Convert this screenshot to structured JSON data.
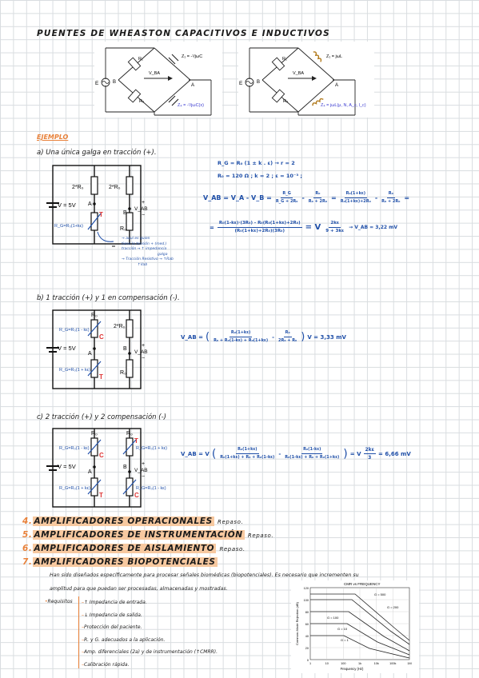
{
  "title": "PUENTES DE WHEASTON CAPACITIVOS E INDUCTIVOS",
  "bridge_left": {
    "E": "E",
    "R1": "R₁",
    "R3": "R₃",
    "Z1": "Z₁ = -¹/jωC",
    "Z4": "Z₄ = -¹/jωC(x)",
    "Vba": "V_BA",
    "A": "A",
    "B": "B"
  },
  "bridge_right": {
    "E": "E",
    "R1": "R₁",
    "R3": "R₃",
    "Z1": "Z₁ = jωL",
    "Z4": "Z₄ = jωL(μ, N, A_c, l_c)",
    "Vba": "V_BA",
    "A": "A",
    "B": "B"
  },
  "ejemplo": "EJEMPLO",
  "a": {
    "heading": "a) Una única galga en tracción (+).",
    "circuit": {
      "r2": "2*R₀",
      "r2b": "2*R₀",
      "v": "V = 5V",
      "rg": "R_G=R₀(1+kε)",
      "r0": "R₀",
      "A": "A",
      "B": "B",
      "T": "T",
      "vab": "V_AB",
      "plus": "+",
      "minus": "−"
    },
    "note1": "→ aquí es quien",
    "note2": "tiene la tensión + (med.)",
    "note3": "tracción → ↑ impedancia",
    "note4": "galga",
    "note5": "→ Tracción Resistivo → ↑Rab",
    "note6": "↑Vab",
    "eq1": "R_G = R₀ (1 ± k . ε) → r = 2",
    "eq2": "R₀ = 120 Ω ; k = 2 ; ε = 10⁻³ ;",
    "eq3_lhs": "V_AB = V_A - V_B =",
    "f1n": "R_G",
    "f1d": "R_G + 2R₀",
    "f2n": "R₀",
    "f2d": "R₀ + 2R₀",
    "f3n": "R₀(1+kε)",
    "f3d": "R₀(1+kε)+2R₀",
    "f4n": "R₀",
    "f4d": "R₀ + 2R₀",
    "eq4n": "R₀(1-kε)·(3R₀) - R₀(R₀(1+kε)+2R₀)",
    "eq4d": "(R₀(1+kε)+2R₀)(3R₀)",
    "eq4_mid": "= V",
    "eq4_fn": "2kε",
    "eq4_fd": "9 + 3kε",
    "eq4_res": "→ V_AB = 3,22 mV"
  },
  "b": {
    "heading": "b) 1 tracción (+) y 1 en compensación (-).",
    "circuit": {
      "r0": "R₀",
      "r2": "2*R₀",
      "rc": "R_G=R₀(1 - kε)",
      "rt": "R_G=R₀(1 + kε)",
      "v": "V = 5V",
      "r0b": "R₀",
      "A": "A",
      "B": "B",
      "C": "C",
      "T": "T",
      "vab": "V_AB",
      "plus": "+",
      "minus": "−"
    },
    "eq_lhs": "V_AB =",
    "fan": "R₀(1+kε)",
    "fad": "R₀ + R₀(1-kε) + R₀(1+kε)",
    "fbn": "R₀",
    "fbd": "2R₀ + R₀",
    "eq_res": "V = 3,33 mV"
  },
  "c": {
    "heading": "c) 2 tracción (+) y 2 compensación (-)",
    "circuit": {
      "r0a": "R₀",
      "r0b": "R₀",
      "rc1": "R_G=R₀(1 - kε)",
      "rt1": "R_G=R₀(1 + kε)",
      "v": "V = 5V",
      "rt2": "R_G=R₀(1 + kε)",
      "rc2": "R_G=R₀(1 - kε)",
      "A": "A",
      "B": "B",
      "T": "T",
      "C": "C",
      "vab": "V_AB",
      "plus": "+",
      "minus": "−"
    },
    "eq_lhs": "V_AB = V",
    "fan": "R₀(1+kε)",
    "fad": "R₀(1+kε) + R₀ + R₀(1-kε)",
    "fbn": "R₀(1-kε)",
    "fbd": "R₀(1-kε) + R₀ + R₀(1+kε)",
    "eq_mid": "= V",
    "ffn": "2kε",
    "ffd": "3",
    "eq_res": "= 6,66 mV"
  },
  "sections": [
    {
      "num": "4.",
      "title": "AMPLIFICADORES OPERACIONALES",
      "note": "Repaso."
    },
    {
      "num": "5.",
      "title": "AMPLIFICADORES DE INSTRUMENTACIÓN",
      "note": "Repaso."
    },
    {
      "num": "6.",
      "title": "AMPLIFICADORES DE AISLAMIENTO",
      "note": "Repaso."
    },
    {
      "num": "7.",
      "title": "AMPLIFICADORES BIOPOTENCIALES",
      "note": ""
    }
  ],
  "para1": "Han sido diseñados específicamente para procesar señales biomédicas (biopotenciales). Es necesario que incrementen su",
  "para2": "amplitud para que puedan ser procesadas, almacenadas y mostradas.",
  "req_label": "Requisitos",
  "requirements": [
    "↑ Impedancia de entrada.",
    "↓ Impedancia de salida.",
    "Protección del paciente.",
    "R. y G. adecuados a la aplicación.",
    "Amp. diferenciales (2a) y de instrumentación (↑CMRR).",
    "Calibración rápida."
  ],
  "cmrr_chart": {
    "title": "CMR vs FREQUENCY",
    "ylabel": "Common-Mode Rejection (dB)",
    "xlabel": "Frequency (Hz)",
    "yticks": [
      "120",
      "100",
      "80",
      "60",
      "40",
      "20",
      "0"
    ],
    "xticks": [
      "1",
      "10",
      "100",
      "1k",
      "10k",
      "100k",
      "1M"
    ],
    "labels": [
      "G = 500",
      "G = 200",
      "G = 100",
      "G = 10",
      "G = 1"
    ]
  }
}
